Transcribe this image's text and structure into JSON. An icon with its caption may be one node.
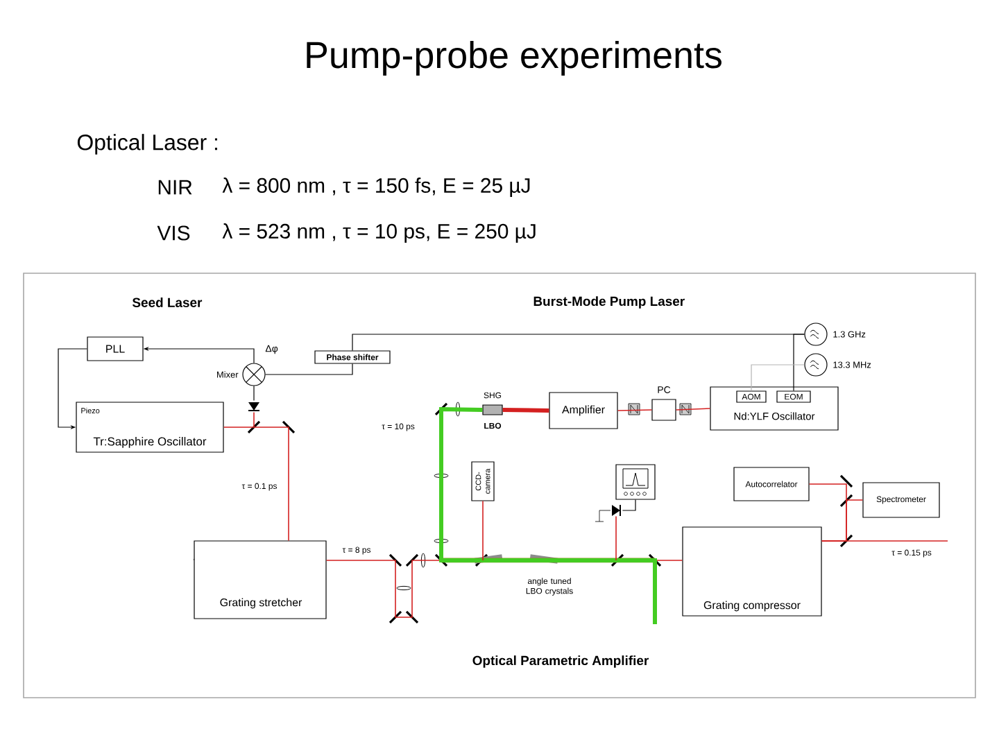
{
  "diagram": {
    "title": "Pump-probe experiments",
    "nodes": [
      {
        "text": [
          "PLL"
        ]
      },
      {
        "text": [
          "Piezo",
          "Tr:Sapphire Oscillator"
        ]
      },
      {
        "text": [],
        "shape": "circle",
        "beside": [
          "Mixer"
        ]
      },
      {
        "text": [
          "Phase shifter"
        ]
      },
      {
        "text": [],
        "shape": "circle",
        "beside": [
          "1.3 GHz"
        ]
      },
      {
        "text": [],
        "shape": "circle",
        "beside": [
          "13.3 MHz"
        ]
      },
      {
        "text": [
          "Amplifier"
        ]
      },
      {
        "text": [
          "PC"
        ]
      },
      {
        "text": [
          "Nd:YLF Oscillator"
        ]
      },
      {
        "text": [
          "AOM"
        ],
        "in": 8
      },
      {
        "text": [
          "EOM"
        ],
        "in": 8
      },
      {
        "text": [
          "SHG",
          "LBO"
        ]
      },
      {
        "text": [
          "CCD-camera"
        ]
      },
      {
        "text": [],
        "shape": "box"
      },
      {
        "text": [
          "Autocorrelator"
        ]
      },
      {
        "text": [
          "Spectrometer"
        ]
      },
      {
        "text": [
          "Grating stretcher"
        ]
      },
      {
        "text": [
          "Grating compressor"
        ]
      },
      {
        "text": [],
        "shape": "photodiode"
      },
      {
        "text": [],
        "shape": "photodiode"
      }
    ],
    "edges": [
      {
        "from": 2,
        "to": 0,
        "arrow": "to",
        "label": "Δφ",
        "color": "#000000"
      },
      {
        "from": 0,
        "to": 1,
        "arrow": "to",
        "color": "#000000"
      },
      {
        "from": 3,
        "to": 2,
        "arrow": "none",
        "color": "#000000"
      },
      {
        "from": 4,
        "to": 3,
        "arrow": "none",
        "color": "#000000"
      },
      {
        "from": 4,
        "to": 10,
        "arrow": "none",
        "color": "#000000"
      },
      {
        "from": 5,
        "to": 9,
        "arrow": "none",
        "color": "#b4b4b4"
      },
      {
        "from": 8,
        "to": 7,
        "arrow": "none"
      },
      {
        "from": 7,
        "to": 6,
        "arrow": "none"
      },
      {
        "from": 6,
        "to": 11,
        "arrow": "none",
        "style": "thick"
      },
      {
        "from": 1,
        "to": 16,
        "arrow": "none"
      },
      {
        "from": 16,
        "to": 17,
        "arrow": "none"
      },
      {
        "from": 17,
        "to": 14,
        "arrow": "none"
      },
      {
        "from": 17,
        "to": 15,
        "arrow": "none"
      },
      {
        "from": 17,
        "to": null,
        "arrow": "none"
      },
      {
        "from": 11,
        "to": null,
        "arrow": "none",
        "style": "thick",
        "color": "#44cc22"
      },
      {
        "from": null,
        "to": 12,
        "arrow": "none"
      },
      {
        "from": null,
        "to": 18,
        "arrow": "none"
      },
      {
        "from": 18,
        "to": 2,
        "arrow": "none",
        "color": "#000000"
      },
      {
        "from": null,
        "to": 19,
        "arrow": "none"
      },
      {
        "from": 19,
        "to": 13,
        "arrow": "none",
        "color": "#000000"
      }
    ],
    "labels": [
      "Optical Laser :",
      "NIR",
      "λ = 800 nm , τ = 150 fs, E = 25 µJ",
      "VIS",
      "λ = 523 nm , τ = 10 ps, E = 250 µJ",
      "Seed Laser",
      "Burst-Mode Pump Laser",
      "τ = 10 ps",
      "τ = 0.1 ps",
      "τ = 8 ps",
      "τ = 0.15 ps",
      "angle tuned LBO crystals",
      "Optical Parametric Amplifier"
    ]
  }
}
